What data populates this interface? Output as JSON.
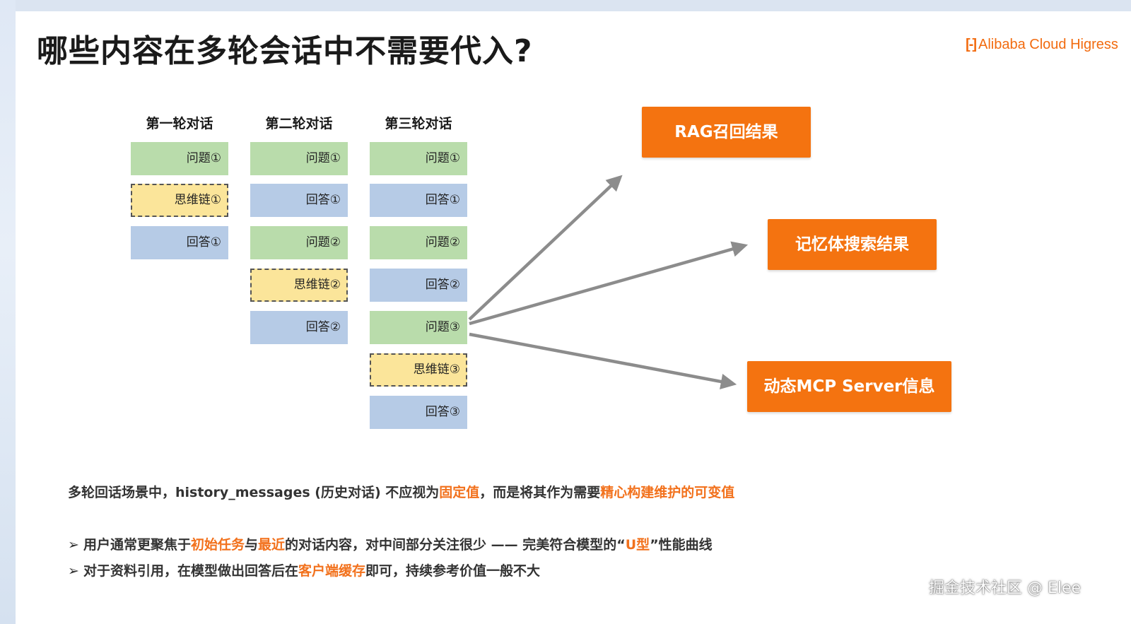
{
  "title": "哪些内容在多轮会话中不需要代入?",
  "brand": {
    "logo": "[-]",
    "text": "Alibaba Cloud Higress"
  },
  "columns": [
    {
      "heading": "第一轮对话",
      "blocks": [
        "问题①",
        "思维链①",
        "回答①"
      ]
    },
    {
      "heading": "第二轮对话",
      "blocks": [
        "问题①",
        "回答①",
        "问题②",
        "思维链②",
        "回答②"
      ]
    },
    {
      "heading": "第三轮对话",
      "blocks": [
        "问题①",
        "回答①",
        "问题②",
        "回答②",
        "问题③",
        "思维链③",
        "回答③"
      ]
    }
  ],
  "targets": [
    "RAG召回结果",
    "记忆体搜索结果",
    "动态MCP Server信息"
  ],
  "note": {
    "prefix": "多轮回话场景中，history_messages (历史对话) 不应视为",
    "hl1": "固定值",
    "middle": "，而是将其作为需要",
    "hl2": "精心构建维护的可变值"
  },
  "bullets": {
    "b1": {
      "marker": "➢",
      "t1": "用户通常更聚焦于",
      "h1": "初始任务",
      "t2": "与",
      "h2": "最近",
      "t3": "的对话内容，对中间部分关注很少 —— 完美符合模型的“",
      "h3": "U型",
      "t4": "”性能曲线"
    },
    "b2": {
      "marker": "➢",
      "t1": "对于资料引用，在模型做出回答后在",
      "h1": "客户端缓存",
      "t2": "即可，持续参考价值一般不大"
    }
  },
  "watermark": "掘金技术社区 @ Elee",
  "colors": {
    "question": "#b9dcab",
    "answer": "#b6cbe6",
    "chain": "#fbe59a",
    "target": "#f47310",
    "highlight": "#f2711c",
    "arrow": "#8c8c8c"
  }
}
